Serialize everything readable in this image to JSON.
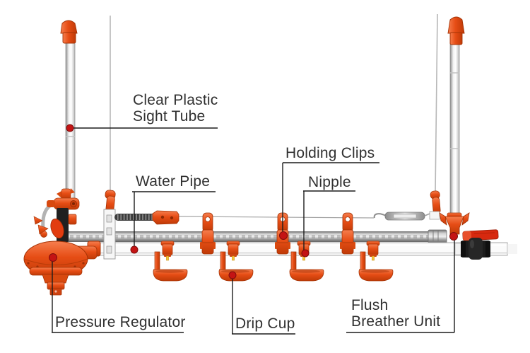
{
  "labels": {
    "sight_tube": {
      "line1": "Clear Plastic",
      "line2": "Sight Tube"
    },
    "water_pipe": {
      "text": "Water Pipe"
    },
    "holding_clips": {
      "text": "Holding Clips"
    },
    "nipple": {
      "text": "Nipple"
    },
    "pressure_regulator": {
      "text": "Pressure Regulator"
    },
    "drip_cup": {
      "text": "Drip Cup"
    },
    "flush_breather": {
      "line1": "Flush",
      "line2": "Breather Unit"
    }
  },
  "colors": {
    "accent_orange": "#e64d15",
    "marker_red": "#c41414",
    "pipe_gray": "#9b9b9b",
    "label_text": "#303030",
    "leader_line": "#1c1c1c"
  }
}
